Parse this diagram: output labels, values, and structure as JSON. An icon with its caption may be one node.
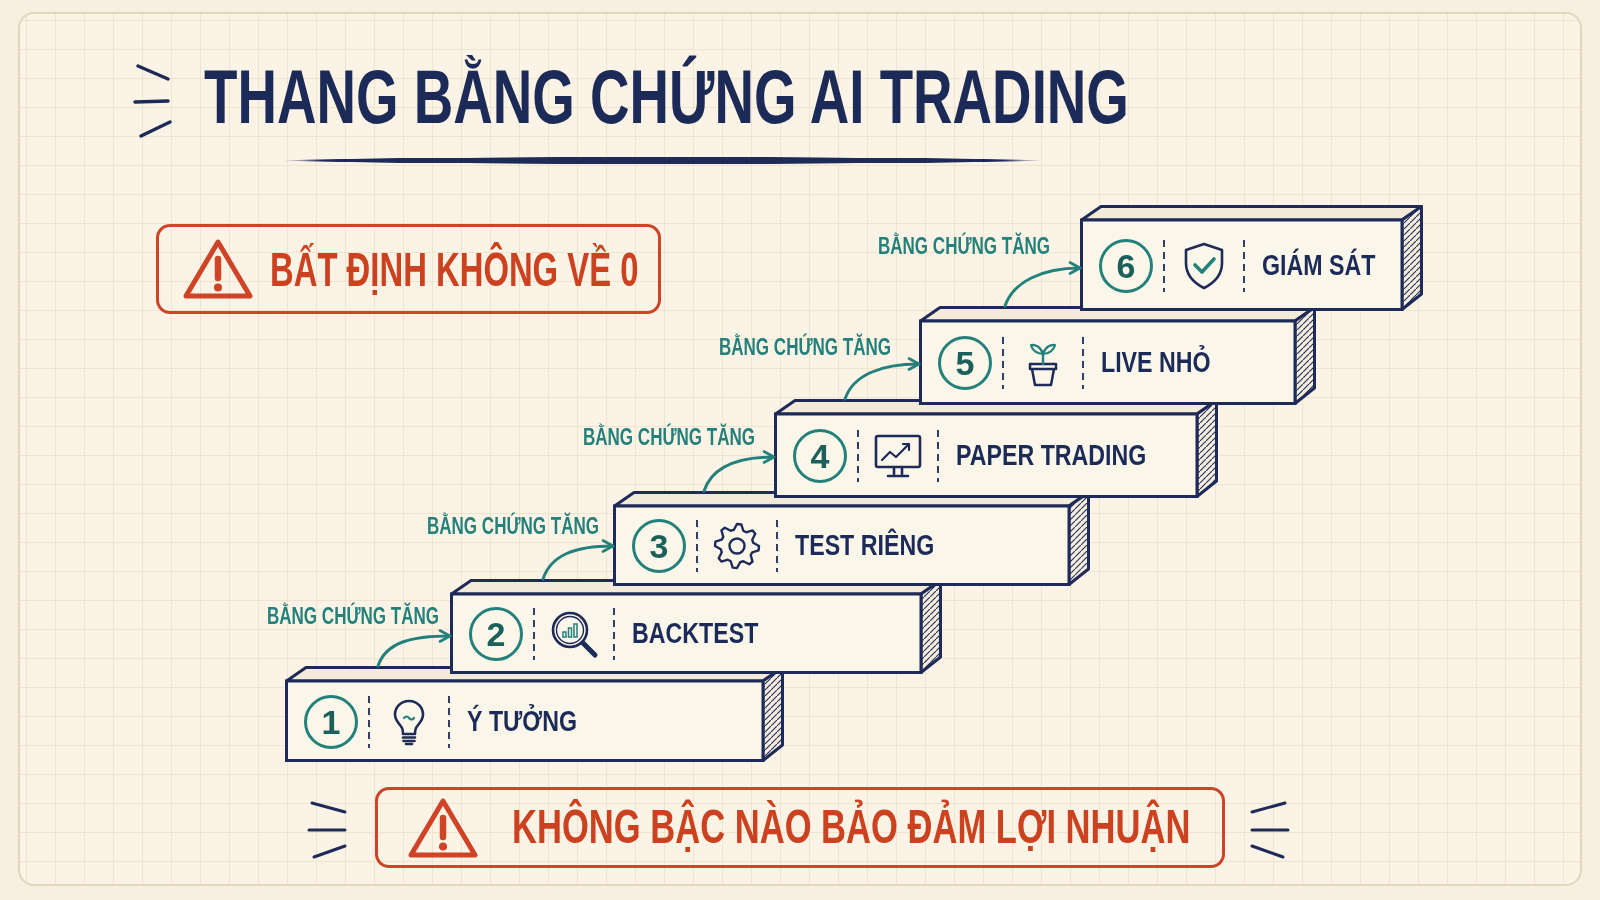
{
  "diagram": {
    "title": "THANG BẰNG CHỨNG AI TRADING",
    "nodes": [
      {
        "text": [
          "BẤT ĐỊNH KHÔNG VỀ 0"
        ]
      },
      {
        "text": [
          "1",
          "Ý TƯỞNG"
        ]
      },
      {
        "text": [
          "2",
          "BACKTEST"
        ]
      },
      {
        "text": [
          "3",
          "TEST RIÊNG"
        ]
      },
      {
        "text": [
          "4",
          "PAPER TRADING"
        ]
      },
      {
        "text": [
          "5",
          "LIVE NHỎ"
        ]
      },
      {
        "text": [
          "6",
          "GIÁM SÁT"
        ]
      },
      {
        "text": [
          "KHÔNG BẬC NÀO BẢO ĐẢM LỢI NHUẬN"
        ]
      }
    ],
    "edges": [
      {
        "from": 1,
        "to": 2,
        "arrow": "to",
        "label": "BẰNG CHỨNG TĂNG"
      },
      {
        "from": 2,
        "to": 3,
        "arrow": "to",
        "label": "BẰNG CHỨNG TĂNG"
      },
      {
        "from": 3,
        "to": 4,
        "arrow": "to",
        "label": "BẰNG CHỨNG TĂNG"
      },
      {
        "from": 4,
        "to": 5,
        "arrow": "to",
        "label": "BẰNG CHỨNG TĂNG"
      },
      {
        "from": 5,
        "to": 6,
        "arrow": "to",
        "label": "BẰNG CHỨNG TĂNG"
      }
    ]
  }
}
